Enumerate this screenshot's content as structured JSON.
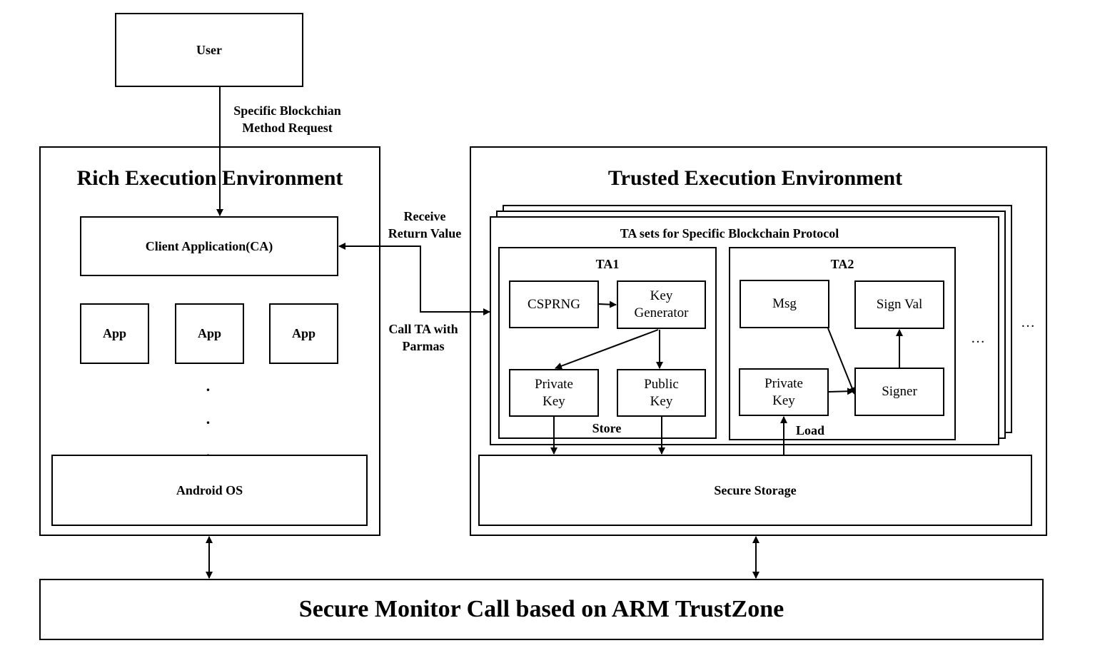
{
  "user": "User",
  "request_label": [
    "Specific Blockchian",
    "Method Request"
  ],
  "ree": {
    "title": "Rich Execution Environment",
    "client_app": "Client Application(CA)",
    "apps": [
      "App",
      "App",
      "App"
    ],
    "ellipsis": ". . .",
    "android_os": "Android OS"
  },
  "receive_label": [
    "Receive",
    "Return Value"
  ],
  "call_label": [
    "Call TA with",
    "Parmas"
  ],
  "tee": {
    "title": "Trusted Execution Environment",
    "ta_sets_title": "TA sets for Specific Blockchain Protocol",
    "ta1": {
      "title": "TA1",
      "csprng": "CSPRNG",
      "key_generator": [
        "Key",
        "Generator"
      ],
      "private_key": [
        "Private",
        "Key"
      ],
      "public_key": [
        "Public",
        "Key"
      ],
      "store": "Store"
    },
    "ta2": {
      "title": "TA2",
      "msg": "Msg",
      "sign_val": "Sign Val",
      "private_key": [
        "Private",
        "Key"
      ],
      "signer": "Signer",
      "load": "Load"
    },
    "inner_ellipsis": "…",
    "outer_ellipsis": "…",
    "secure_storage": "Secure Storage"
  },
  "smc": "Secure Monitor Call based on ARM TrustZone"
}
